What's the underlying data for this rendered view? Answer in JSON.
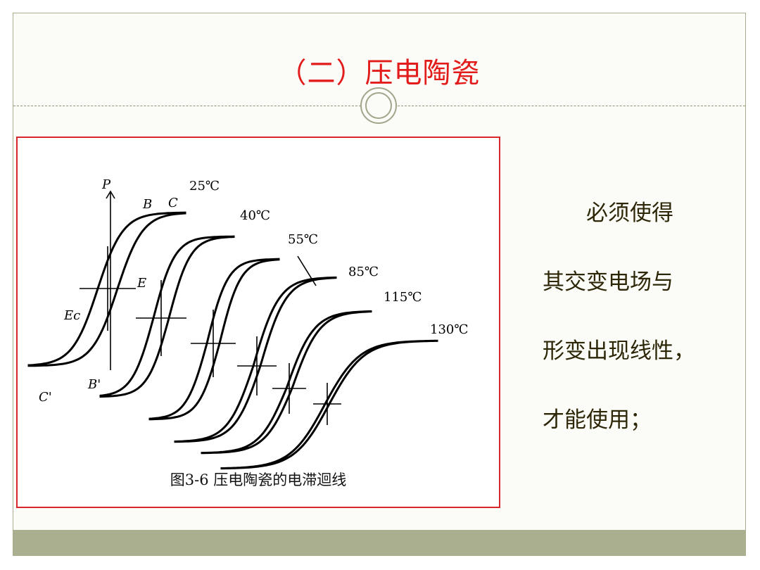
{
  "slide": {
    "title": "（二）压电陶瓷",
    "body_lines": [
      "必须使得",
      "其交变电场与",
      "形变出现线性，",
      "才能使用；"
    ]
  },
  "figure": {
    "caption": "图3-6   压电陶瓷的电滞迴线",
    "axis_labels": {
      "p": "P",
      "b": "B",
      "c": "C",
      "e": "E",
      "ec": "Ec",
      "b_prime": "B'",
      "c_prime": "C'"
    },
    "loops": [
      {
        "temp": "25℃"
      },
      {
        "temp": "40℃"
      },
      {
        "temp": "55℃"
      },
      {
        "temp": "85℃"
      },
      {
        "temp": "115℃"
      },
      {
        "temp": "130℃"
      }
    ]
  },
  "colors": {
    "title": "#e21b1b",
    "figure_border": "#d8262a",
    "footer": "#a9af8f",
    "body_text": "#2d2708"
  }
}
